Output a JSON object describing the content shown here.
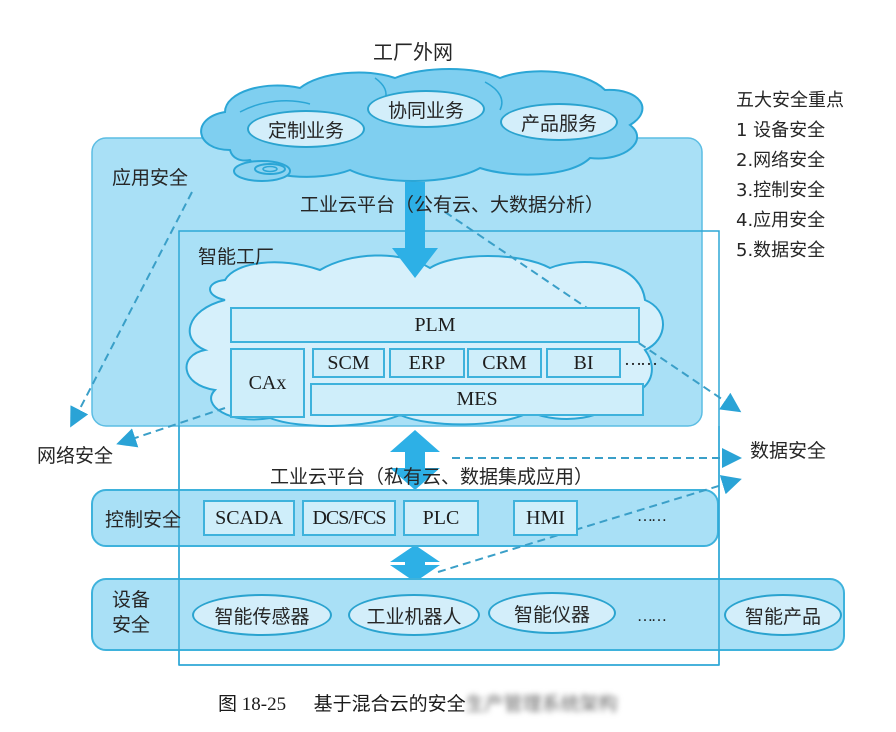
{
  "external_network": {
    "title": "工厂外网",
    "services": [
      "定制业务",
      "协同业务",
      "产品服务"
    ]
  },
  "application_security": {
    "label": "应用安全",
    "public_cloud_label": "工业云平台（公有云、大数据分析）"
  },
  "smart_factory": {
    "label": "智能工厂",
    "systems": {
      "top": "PLM",
      "left": "CAx",
      "middle": [
        "SCM",
        "ERP",
        "CRM",
        "BI"
      ],
      "ellipsis": "……",
      "bottom": "MES"
    }
  },
  "network_security": {
    "label": "网络安全"
  },
  "data_security": {
    "label": "数据安全"
  },
  "private_cloud_label": "工业云平台（私有云、数据集成应用）",
  "control_security": {
    "label": "控制安全",
    "items": [
      "SCADA",
      "DCS/FCS",
      "PLC",
      "HMI"
    ],
    "ellipsis": "……"
  },
  "device_security": {
    "label_line1": "设备",
    "label_line2": "安全",
    "items": [
      "智能传感器",
      "工业机器人",
      "智能仪器"
    ],
    "ellipsis": "……",
    "product": "智能产品"
  },
  "five_key_points": {
    "title": "五大安全重点",
    "items": [
      "1 设备安全",
      "2.网络安全",
      "3.控制安全",
      "4.应用安全",
      "5.数据安全"
    ]
  },
  "caption": {
    "figure_number": "图 18-25",
    "text": "基于混合云的安全",
    "blurred_text": "生产管理系统架构"
  },
  "colors": {
    "layer_fill": "#a9e0f6",
    "layer_border": "#3eb2dc",
    "cloud_fill": "#7fcff0",
    "inner_cloud_fill": "#d6f0fb",
    "arrow": "#2db0e6",
    "dashed": "#3a9fc8"
  }
}
